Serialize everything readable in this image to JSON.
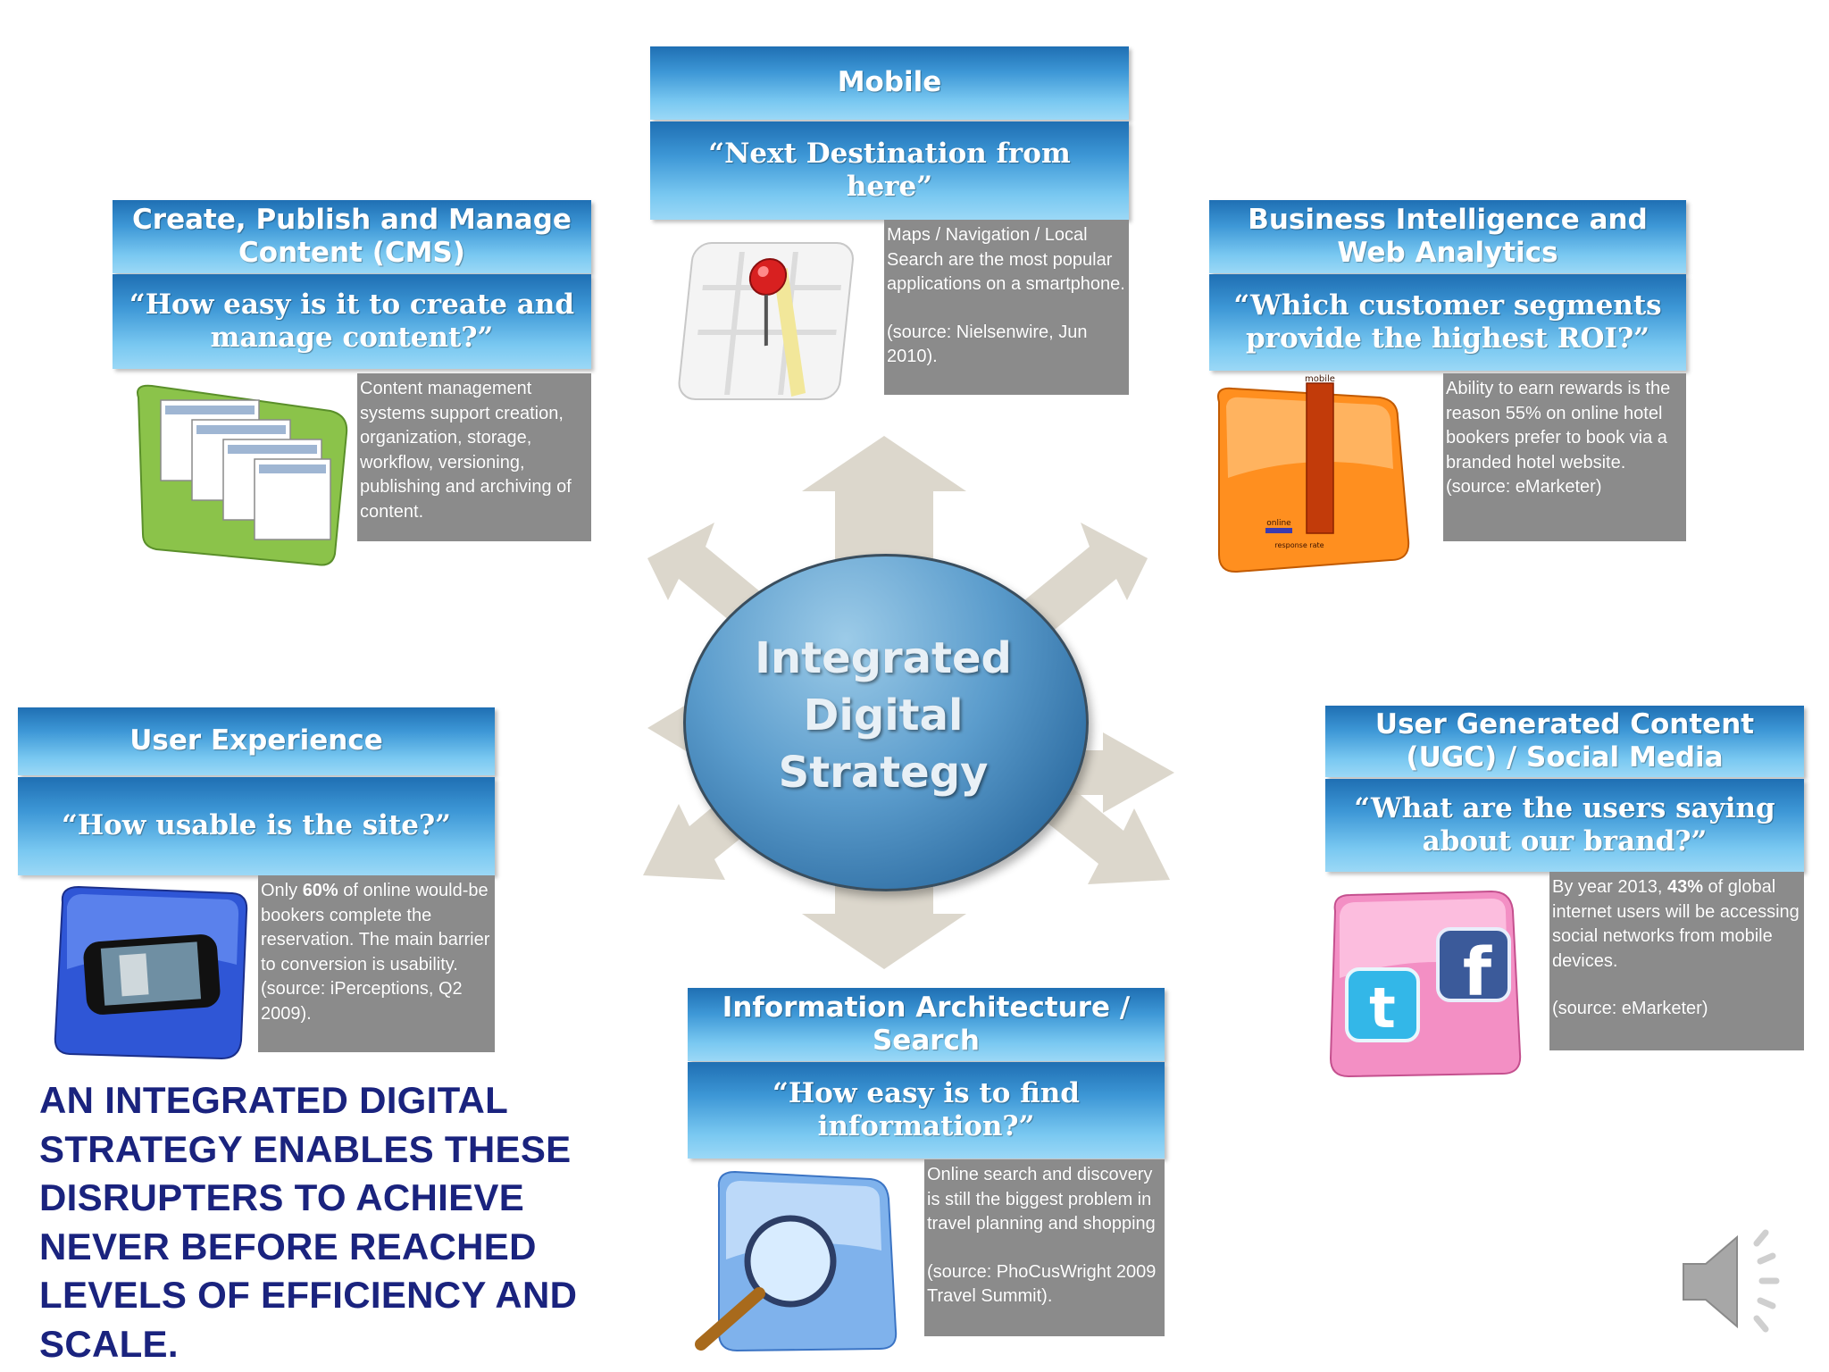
{
  "center": {
    "lines": [
      "Integrated",
      "Digital",
      "Strategy"
    ]
  },
  "tagline": "AN INTEGRATED DIGITAL STRATEGY ENABLES THESE DISRUPTERS TO ACHIEVE NEVER BEFORE REACHED LEVELS OF EFFICIENCY AND SCALE.",
  "nodes": {
    "mobile": {
      "title": "Mobile",
      "question": "“Next Destination from here”",
      "desc": [
        "Maps / Navigation  / Local Search are the most popular applications  on a smartphone.",
        "(source: Nielsenwire,  Jun 2010)."
      ]
    },
    "cms": {
      "title_lines": [
        "Create, Publish and Manage",
        "Content (CMS)"
      ],
      "question_lines": [
        "“How easy is it to create and",
        "manage content?”"
      ],
      "desc": [
        "Content management systems support creation, organization, storage, workflow, versioning, publishing and archiving of content."
      ]
    },
    "bi": {
      "title_lines": [
        "Business Intelligence and",
        "Web Analytics"
      ],
      "question_lines": [
        "“Which customer segments",
        "provide the highest ROI?”"
      ],
      "desc": [
        "Ability to earn rewards  is the reason  55% on  online hotel bookers  prefer to book via a  branded  hotel website. (source: eMarketer)"
      ],
      "chart_label_top": "mobile",
      "chart_label_online": "online",
      "chart_label_axis": "response rate"
    },
    "ux": {
      "title": "User Experience",
      "question": "“How usable is the site?”",
      "desc_parts": [
        "Only ",
        "60%",
        "  of online would-be bookers complete the reservation. The main barrier to conversion is usability. (source: iPerceptions, Q2 2009)."
      ]
    },
    "ugc": {
      "title_lines": [
        "User Generated Content",
        "(UGC) / Social Media"
      ],
      "question_lines": [
        "“What are the users saying",
        "about our brand?”"
      ],
      "desc_parts": [
        "By year 2013,  ",
        "43%",
        "  of global internet users will be accessing social networks from mobile devices."
      ],
      "desc_source": "(source: eMarketer)"
    },
    "ia": {
      "title_lines": [
        "Information Architecture /",
        "Search"
      ],
      "question_lines": [
        "“How easy is to find",
        "information?”"
      ],
      "desc": [
        "Online search and discovery is still the biggest problem  in travel planning and shopping",
        "(source: PhoCusWright 2009 Travel Summit)."
      ]
    }
  },
  "colors": {
    "tagline": "#1a237e",
    "bar_dark": "#1f6fb3",
    "bar_light": "#9bd8f6",
    "desc_bg": "#8b8b8b",
    "arrow": "#d8d3c6"
  },
  "icons": [
    "arrows-icon",
    "map-icon",
    "cms-screens-icon",
    "bar-chart-icon",
    "phone-icon",
    "social-icon",
    "magnifier-icon",
    "speaker-icon"
  ]
}
